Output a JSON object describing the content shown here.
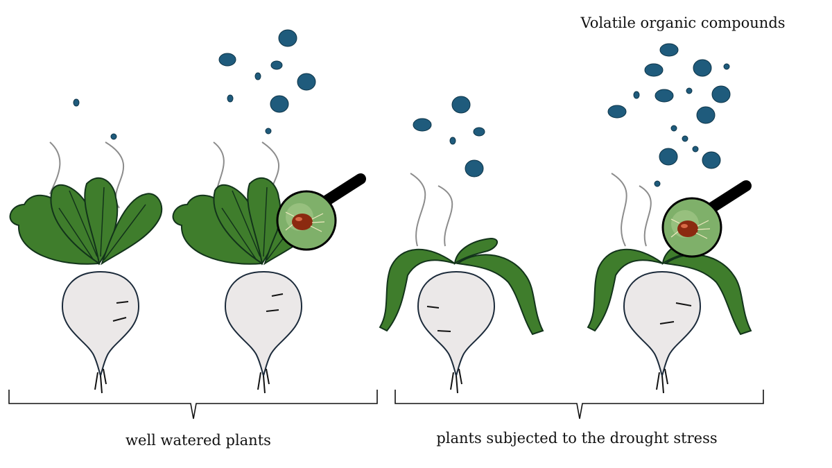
{
  "title": "Volatile organic compounds",
  "groups": [
    {
      "label": "well watered plants"
    },
    {
      "label": "plants subjected to the drought stress"
    }
  ],
  "plants": [
    {
      "condition": "well watered",
      "infested": false,
      "voc_emission": "low"
    },
    {
      "condition": "well watered",
      "infested": true,
      "voc_emission": "medium"
    },
    {
      "condition": "drought stress",
      "infested": false,
      "voc_emission": "medium"
    },
    {
      "condition": "drought stress",
      "infested": true,
      "voc_emission": "high"
    }
  ],
  "colors": {
    "leaf": "#3f7d2c",
    "root": "#ebe8e8",
    "outline": "#1b2a3a",
    "voc": "#1f5b7c",
    "scent": "#8c8c8c",
    "lens_bg": "#7fb06a",
    "mite": "#8b2a10"
  },
  "icons": [
    "magnifier-icon",
    "mite-icon"
  ]
}
